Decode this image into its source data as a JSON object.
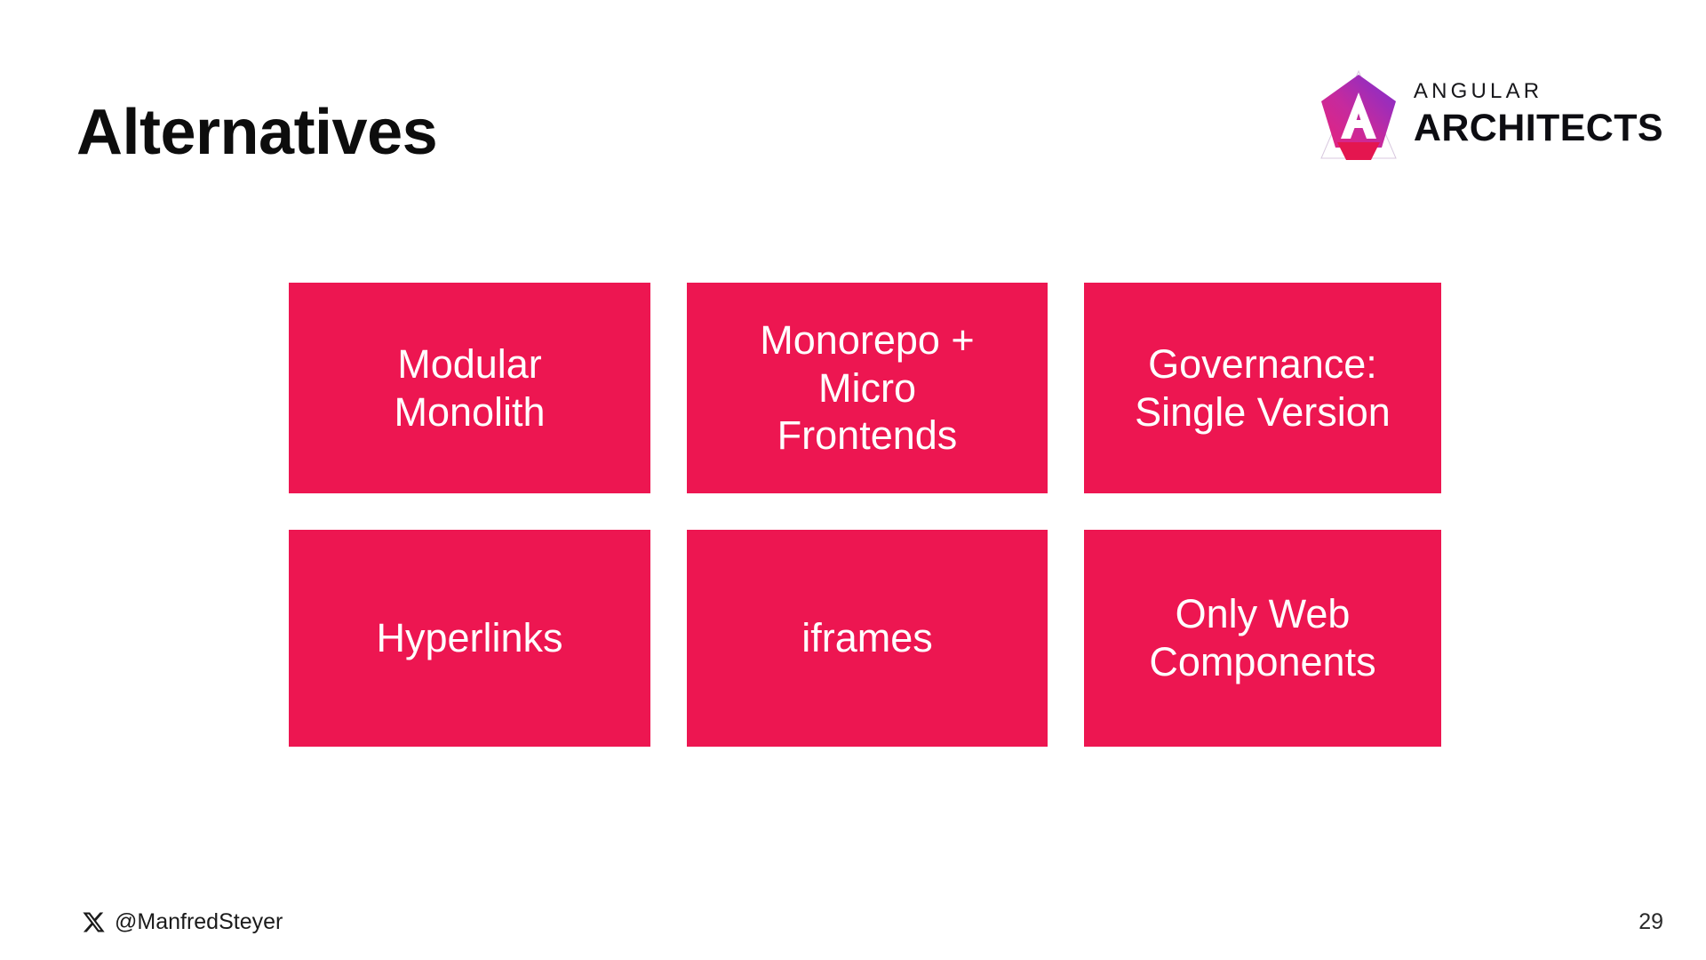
{
  "slide": {
    "title": "Alternatives",
    "background_color": "#ffffff",
    "accent_color": "#ed1651",
    "box_text_color": "#ffffff"
  },
  "logo": {
    "mark_name": "angular-architects-logo-mark",
    "line_top": "ANGULAR",
    "line_bottom": "ARCHITECTS",
    "gradient_from": "#e6237d",
    "gradient_to": "#7b2fd1",
    "mark_bottom_color": "#e4164f"
  },
  "boxes": [
    {
      "id": "modular-monolith",
      "label": "Modular\nMonolith"
    },
    {
      "id": "monorepo-micro-frontends",
      "label": "Monorepo +\nMicro\nFrontends"
    },
    {
      "id": "governance-single-version",
      "label": "Governance:\nSingle Version"
    },
    {
      "id": "hyperlinks",
      "label": "Hyperlinks"
    },
    {
      "id": "iframes",
      "label": "iframes"
    },
    {
      "id": "only-web-components",
      "label": "Only Web\nComponents"
    }
  ],
  "footer": {
    "social_icon": "x-twitter-icon",
    "handle": "@ManfredSteyer",
    "page_number": "29"
  }
}
